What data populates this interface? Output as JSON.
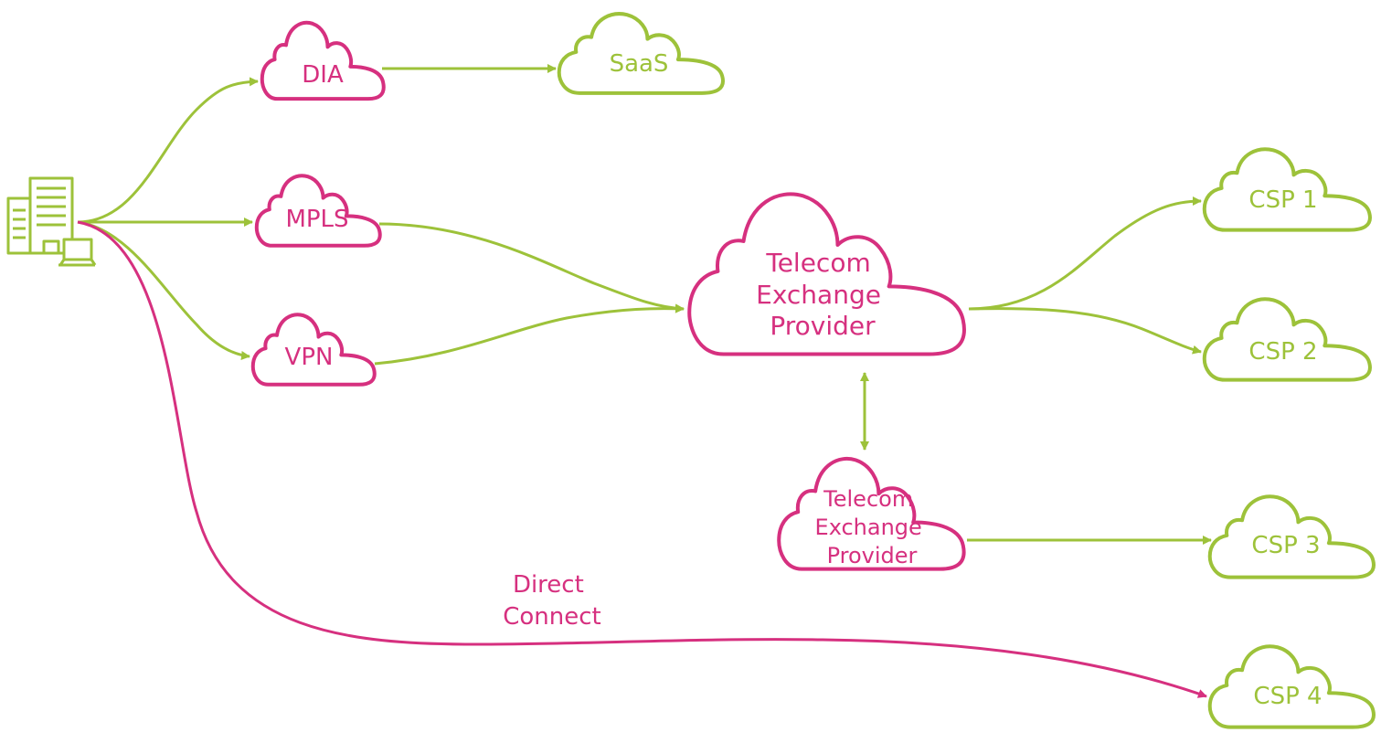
{
  "colors": {
    "pink": "#d6307f",
    "green": "#9dc23a",
    "background": "#ffffff"
  },
  "icons": {
    "office": "building-with-laptop-icon"
  },
  "clouds": {
    "dia": {
      "label": "DIA"
    },
    "saas": {
      "label": "SaaS"
    },
    "mpls": {
      "label": "MPLS"
    },
    "vpn": {
      "label": "VPN"
    },
    "exchange_main": {
      "lines": [
        "Telecom",
        "Exchange",
        "Provider"
      ]
    },
    "exchange_secondary": {
      "lines": [
        "Telecom",
        "Exchange",
        "Provider"
      ]
    },
    "csp1": {
      "label": "CSP 1"
    },
    "csp2": {
      "label": "CSP 2"
    },
    "csp3": {
      "label": "CSP 3"
    },
    "csp4": {
      "label": "CSP 4"
    }
  },
  "connections": {
    "direct_connect": {
      "lines": [
        "Direct",
        "Connect"
      ]
    }
  }
}
